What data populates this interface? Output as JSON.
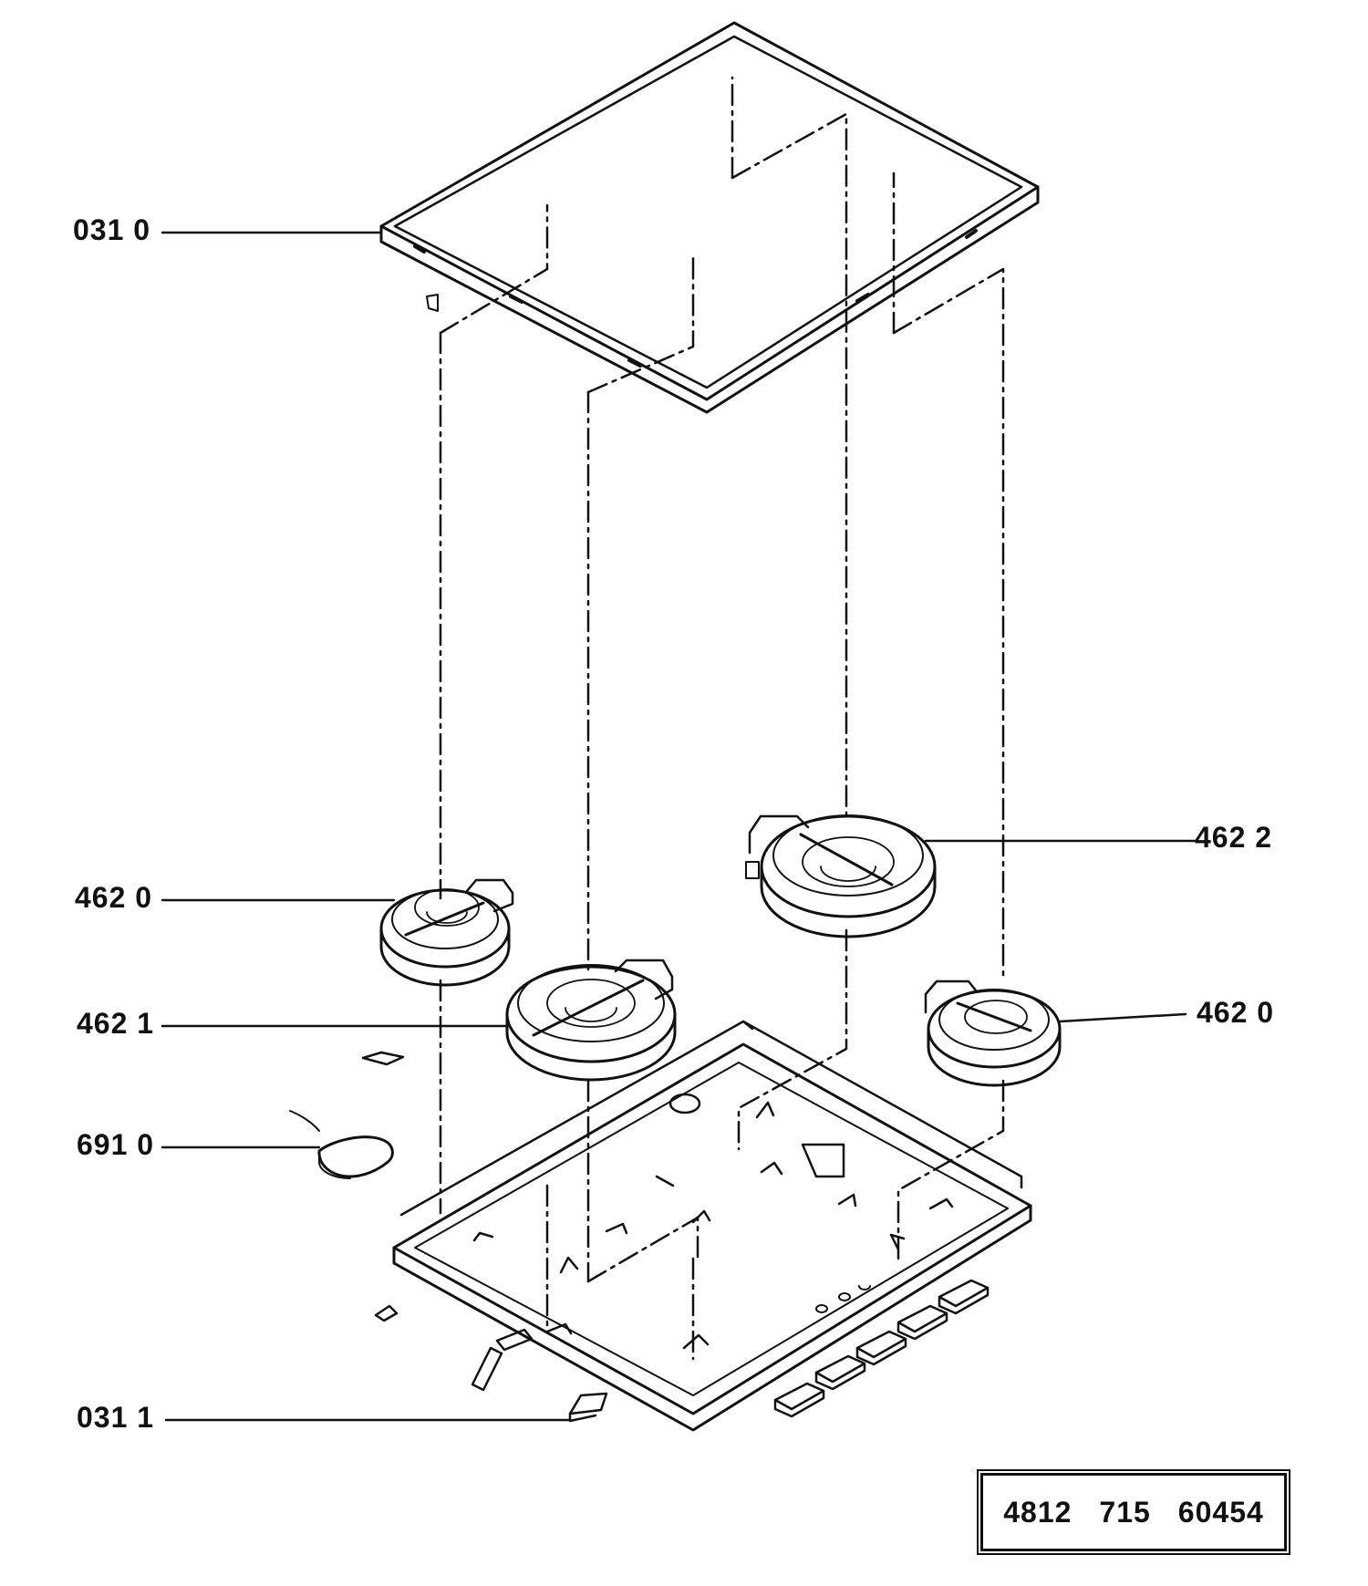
{
  "labels": {
    "glass_top": "031 0",
    "burner_left_small": "462 0",
    "burner_front_left": "462 1",
    "burner_back_right": "462 2",
    "burner_right_small": "462 0",
    "sensor": "691 0",
    "clip": "031 1"
  },
  "part_number": {
    "code_a": "4812",
    "code_b": "715",
    "code_c": "60454"
  },
  "colors": {
    "line": "#111111",
    "background": "#ffffff"
  }
}
